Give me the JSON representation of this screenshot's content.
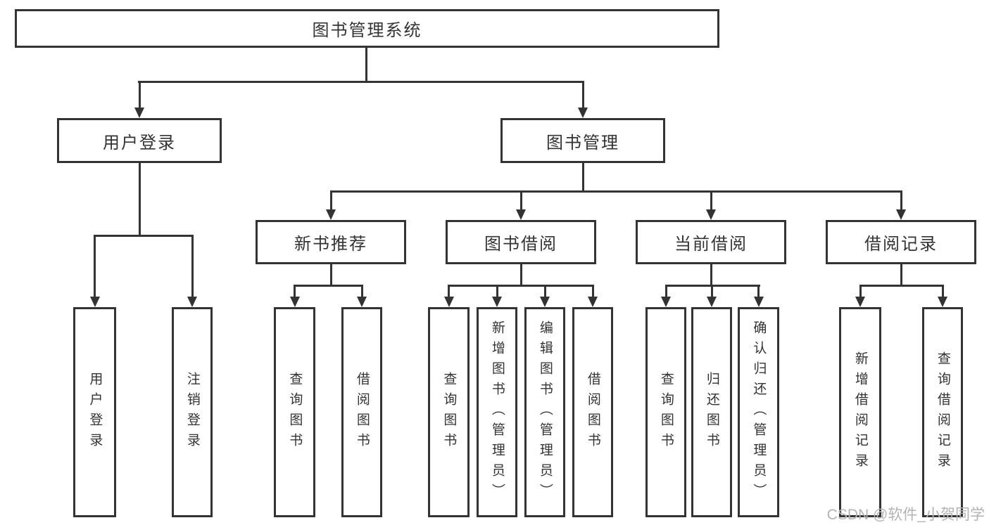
{
  "tree": {
    "root": {
      "label": "图书管理系统",
      "children": [
        {
          "label": "用户登录",
          "children": [
            {
              "label": "用户登录"
            },
            {
              "label": "注销登录"
            }
          ]
        },
        {
          "label": "图书管理",
          "children": [
            {
              "label": "新书推荐",
              "children": [
                {
                  "label": "查询图书"
                },
                {
                  "label": "借阅图书"
                }
              ]
            },
            {
              "label": "图书借阅",
              "children": [
                {
                  "label": "查询图书"
                },
                {
                  "label": "新增图书（管理员）"
                },
                {
                  "label": "编辑图书（管理员）"
                },
                {
                  "label": "借阅图书"
                }
              ]
            },
            {
              "label": "当前借阅",
              "children": [
                {
                  "label": "查询图书"
                },
                {
                  "label": "归还图书"
                },
                {
                  "label": "确认归还（管理员）"
                }
              ]
            },
            {
              "label": "借阅记录",
              "children": [
                {
                  "label": "新增借阅记录"
                },
                {
                  "label": "查询借阅记录"
                }
              ]
            }
          ]
        }
      ]
    }
  },
  "watermark": {
    "text": "CSDN @软件_小贺同学"
  },
  "colors": {
    "line": "#333333",
    "text": "#333333",
    "watermark": "#b3b3b3",
    "background": "#ffffff"
  }
}
